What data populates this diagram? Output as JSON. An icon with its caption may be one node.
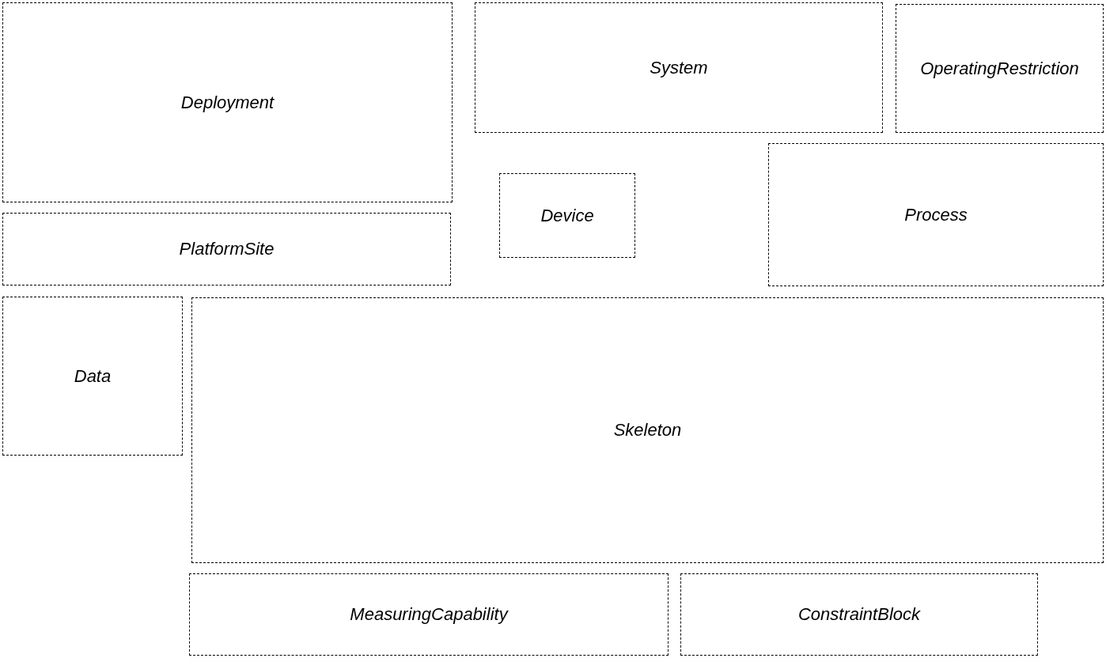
{
  "diagram": {
    "nodes": [
      {
        "text": [
          "Deployment"
        ]
      },
      {
        "text": [
          "System"
        ]
      },
      {
        "text": [
          "OperatingRestriction"
        ]
      },
      {
        "text": [
          "Device"
        ]
      },
      {
        "text": [
          "Process"
        ]
      },
      {
        "text": [
          "PlatformSite"
        ]
      },
      {
        "text": [
          "Data"
        ]
      },
      {
        "text": [
          "Skeleton"
        ]
      },
      {
        "text": [
          "MeasuringCapability"
        ]
      },
      {
        "text": [
          "ConstraintBlock"
        ]
      }
    ]
  }
}
